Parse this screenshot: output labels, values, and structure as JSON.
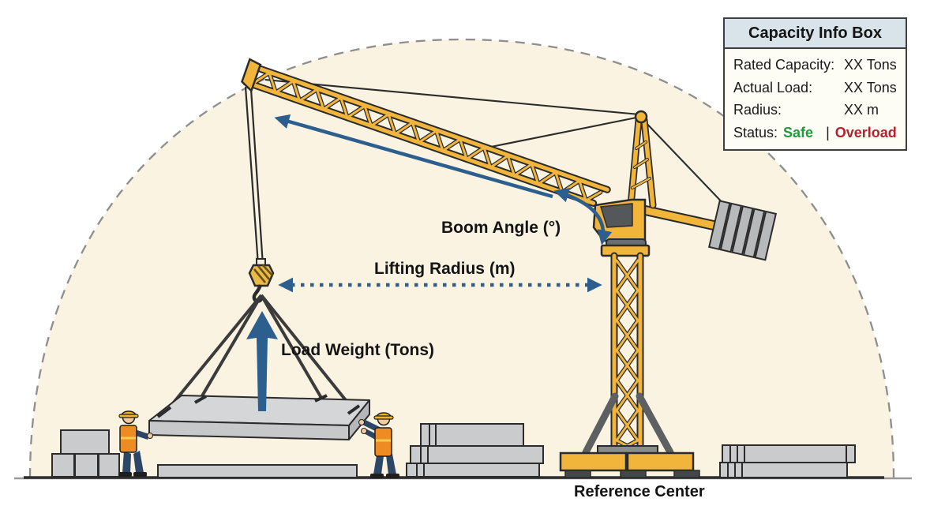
{
  "labels": {
    "boom_angle": "Boom Angle (°)",
    "lifting_radius": "Lifting Radius (m)",
    "load_weight": "Load Weight (Tons)",
    "reference_center": "Reference Center"
  },
  "info_box": {
    "title": "Capacity Info Box",
    "rows": [
      {
        "label": "Rated Capacity:",
        "value": "XX Tons"
      },
      {
        "label": "Actual Load:",
        "value": "XX Tons"
      },
      {
        "label": "Radius:",
        "value": "XX m"
      }
    ],
    "status": {
      "label": "Status:",
      "safe": "Safe",
      "separator": "|",
      "overload": "Overload"
    }
  },
  "colors": {
    "safe_green": "#1f9a41",
    "overload_red": "#b02430",
    "annotation_blue": "#2d5f8e",
    "crane_yellow": "#f2b53c",
    "dome_fill": "#faf3e2",
    "dome_dash": "#8e8e8e"
  }
}
